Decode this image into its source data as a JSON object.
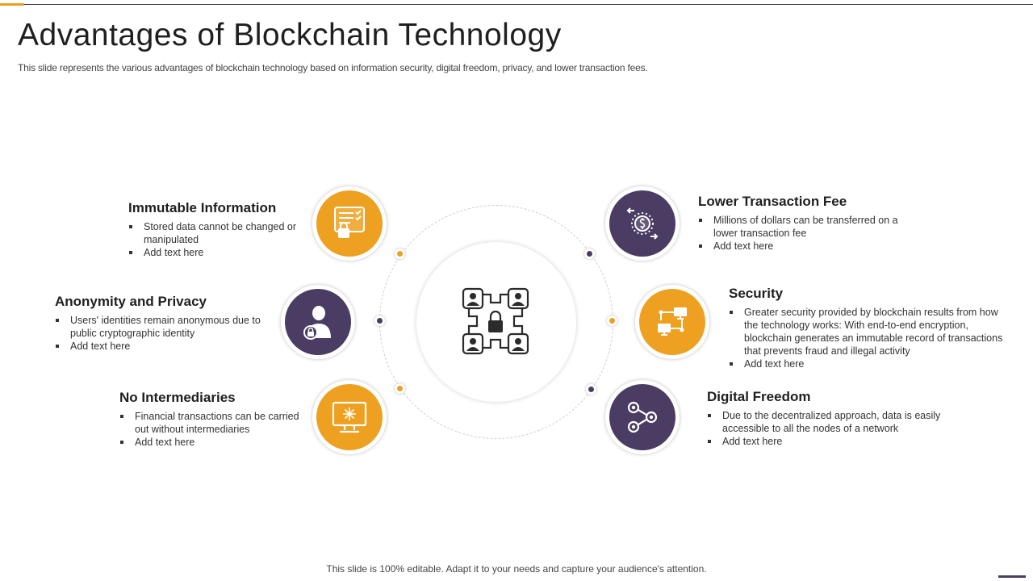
{
  "header": {
    "title": "Advantages of Blockchain Technology",
    "subtitle": "This slide represents the various advantages of blockchain technology based on information security, digital freedom, privacy,  and lower transaction fees."
  },
  "colors": {
    "orange": "#eea020",
    "purple": "#4a3c63"
  },
  "items": [
    {
      "title": "Immutable Information",
      "icon": "document-lock-icon",
      "bullets": [
        "Stored data cannot be changed or manipulated",
        "Add text here"
      ]
    },
    {
      "title": "Anonymity and Privacy",
      "icon": "user-lock-icon",
      "bullets": [
        "Users' identities remain anonymous due to public cryptographic identity",
        "Add text here"
      ]
    },
    {
      "title": "No Intermediaries",
      "icon": "monitor-network-icon",
      "bullets": [
        "Financial transactions can be carried out without intermediaries",
        "Add text here"
      ]
    },
    {
      "title": "Lower Transaction Fee",
      "icon": "coin-transfer-icon",
      "bullets": [
        "Millions of dollars can be transferred  on a lower transaction fee",
        "Add text here"
      ]
    },
    {
      "title": "Security",
      "icon": "network-computers-icon",
      "bullets": [
        "Greater security provided  by blockchain results from how the technology works: With end-to-end  encryption, blockchain generates  an immutable record of transactions that prevents fraud  and illegal activity",
        "Add text here"
      ]
    },
    {
      "title": "Digital Freedom",
      "icon": "share-nodes-icon",
      "bullets": [
        "Due to the decentralized approach,  data is easily accessible to all the nodes of a network",
        "Add text here"
      ]
    }
  ],
  "center": {
    "icon": "blockchain-lock-icon"
  },
  "footer": {
    "note": "This slide is 100% editable. Adapt it to your needs and capture your audience's attention."
  }
}
